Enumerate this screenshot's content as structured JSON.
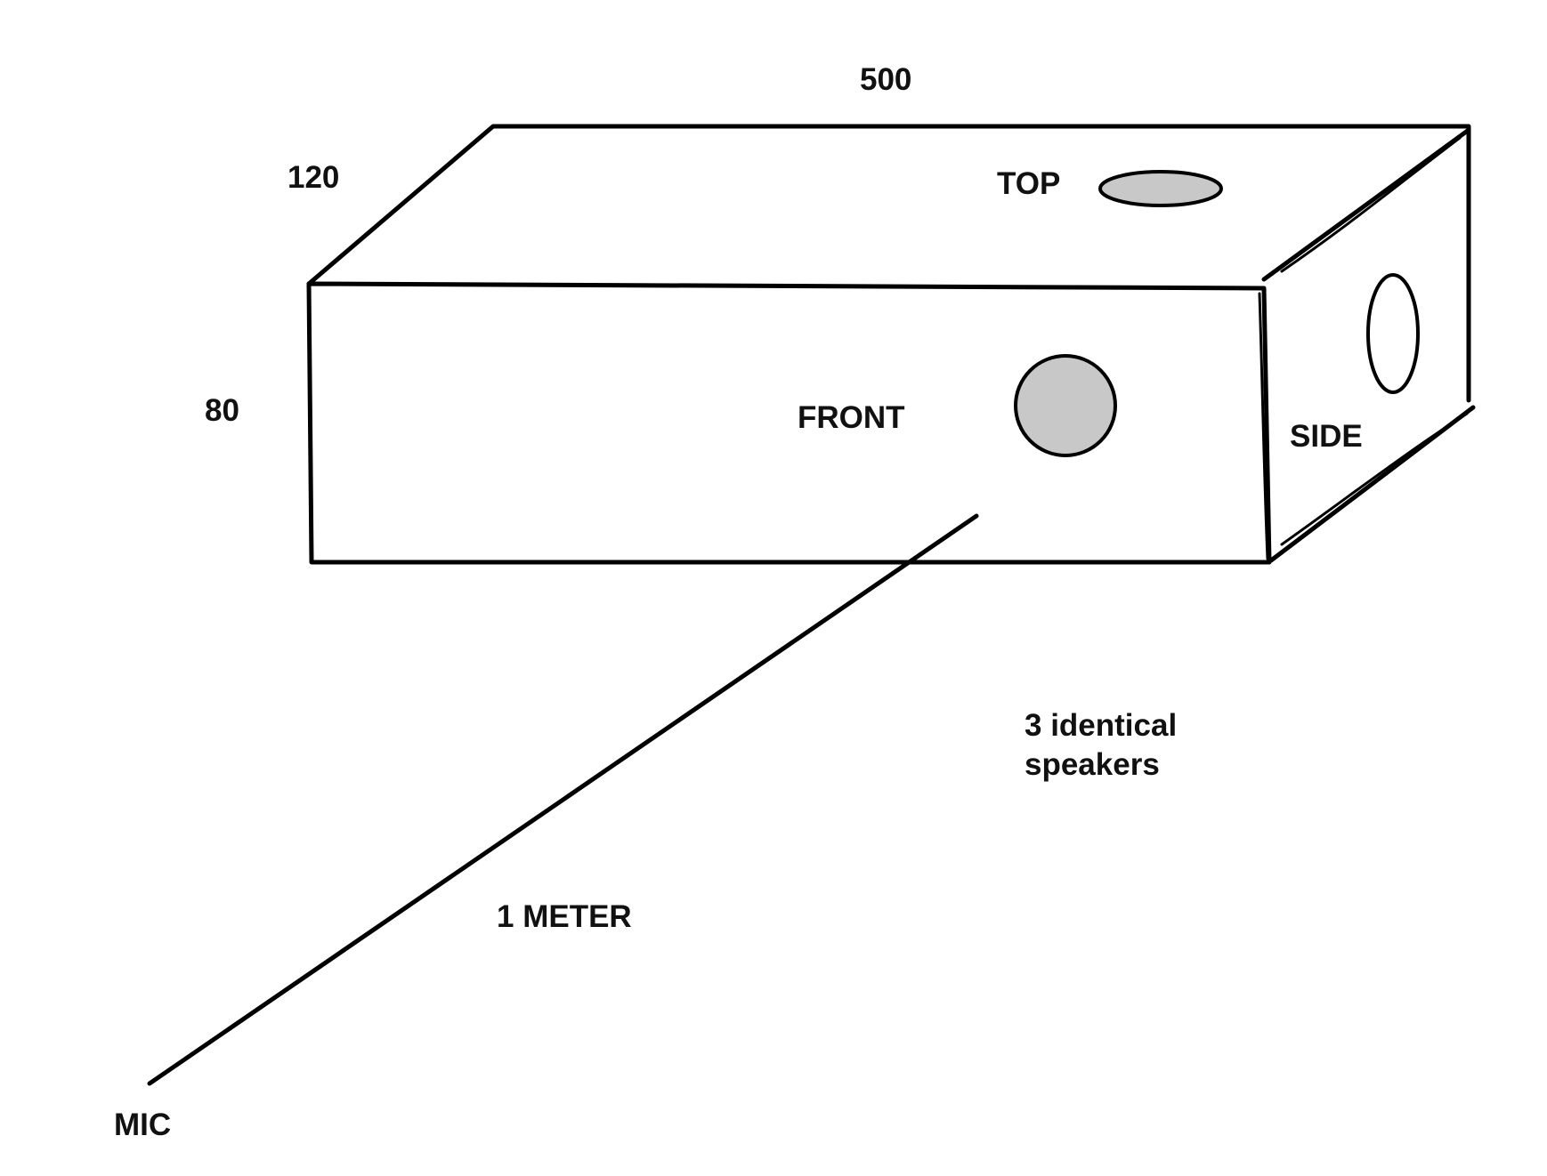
{
  "labels": {
    "length": "500",
    "depth": "120",
    "height": "80",
    "top": "TOP",
    "front": "FRONT",
    "side": "SIDE",
    "speakers_line1": "3 identical",
    "speakers_line2": "speakers",
    "distance": "1 METER",
    "mic": "MIC"
  },
  "colors": {
    "line": "#000000",
    "speaker_fill": "#c8c8c8",
    "side_speaker_fill": "#ffffff",
    "background": "#ffffff"
  }
}
